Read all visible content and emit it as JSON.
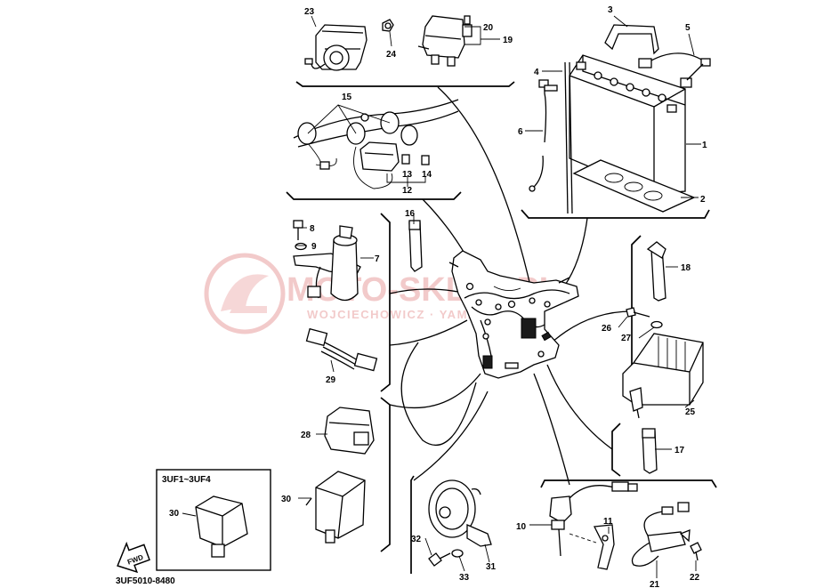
{
  "watermark": {
    "main": "MOTO-SKLEP.PL",
    "sub": "WOJCIECHOWICZ · YAMAHA",
    "color": "#e8a0a0"
  },
  "callouts": [
    "1",
    "2",
    "3",
    "4",
    "5",
    "6",
    "7",
    "8",
    "9",
    "10",
    "11",
    "12",
    "13",
    "14",
    "15",
    "16",
    "17",
    "18",
    "19",
    "20",
    "21",
    "22",
    "23",
    "24",
    "25",
    "26",
    "27",
    "28",
    "29",
    "30",
    "31",
    "32",
    "33"
  ],
  "inset": {
    "title": "3UF1~3UF4",
    "part": "30"
  },
  "fwd_label": "FWD",
  "drawing_code": "3UF5010-8480"
}
